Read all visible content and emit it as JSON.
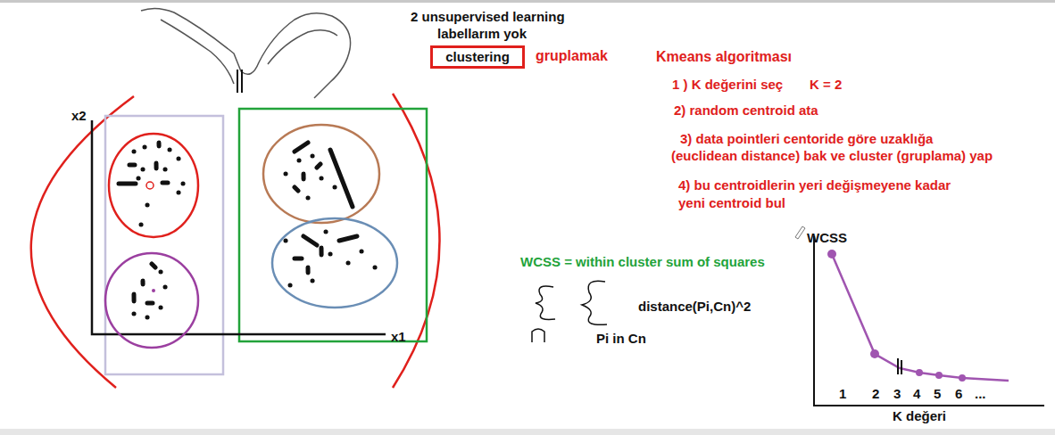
{
  "diagram": {
    "nodes": [
      {
        "text": [
          "clustering"
        ]
      }
    ],
    "labels": [
      "2 unsupervised learning",
      "labellarım yok",
      "gruplamak",
      "Kmeans algoritması",
      "1 ) K değerini seç",
      "K = 2",
      "2) random centroid ata",
      "3) data pointleri centoride göre uzaklığa",
      "(euclidean distance) bak ve cluster (gruplama) yap",
      "4) bu centroidlerin yeri değişmeyene kadar",
      "yeni centroid bul",
      "x2",
      "x1",
      "WCSS = within cluster sum of squares",
      "distance(Pi,Cn)^2",
      "Pi in Cn",
      "WCSS",
      "1",
      "2",
      "3",
      "4",
      "5",
      "6",
      "...",
      "K değeri"
    ]
  }
}
